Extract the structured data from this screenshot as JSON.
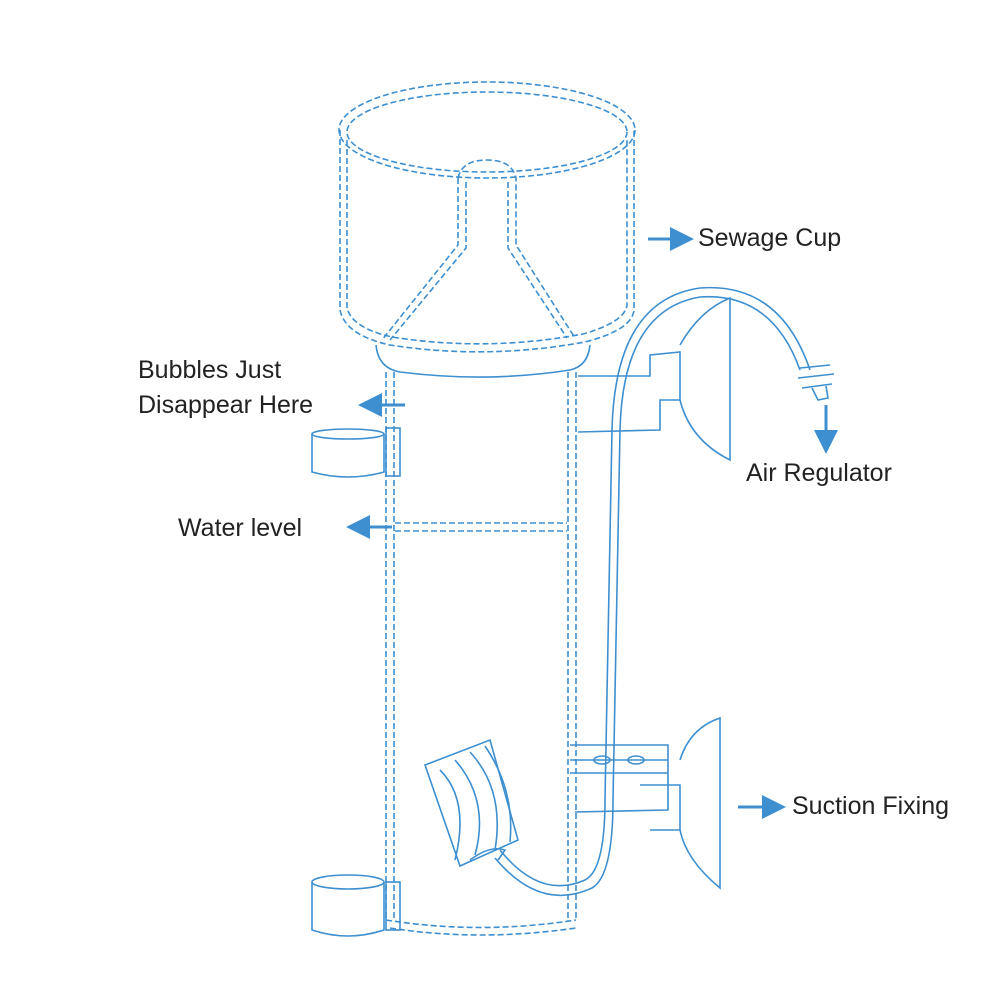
{
  "labels": {
    "sewage_cup": "Sewage Cup",
    "bubbles_line1": "Bubbles Just",
    "bubbles_line2": "Disappear Here",
    "water_level": "Water level",
    "air_regulator": "Air Regulator",
    "suction_fixing": "Suction Fixing"
  },
  "colors": {
    "line": "#3d8fd0",
    "arrow": "#3d8fd0",
    "text": "#222222"
  }
}
